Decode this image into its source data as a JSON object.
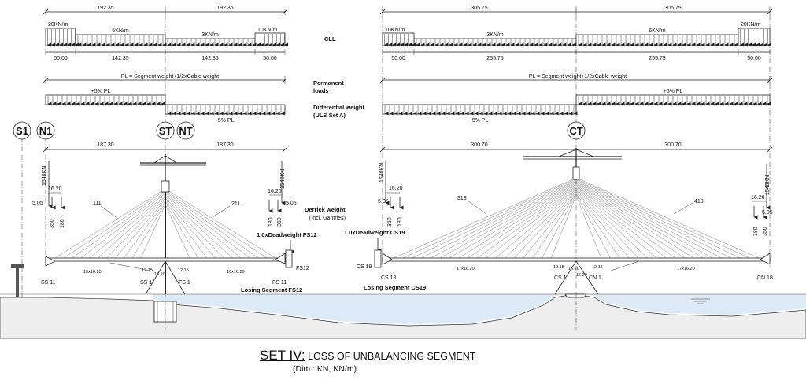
{
  "title": {
    "set": "SET IV:",
    "main": "LOSS OF UNBALANCING SEGMENT",
    "units": "(Dim.: KN, KN/m)"
  },
  "row_labels": {
    "cll": "CLL",
    "permanent_1": "Permanent",
    "permanent_2": "loads",
    "differential_1": "Differential weight",
    "differential_2": "(ULS Set A)",
    "derrick_1": "Derrick weight",
    "derrick_2": "(Incl. Gantries)"
  },
  "left": {
    "cll_top_dims": [
      "192.35",
      "192.35"
    ],
    "cll_loads": [
      "20KN/m",
      "6KN/m",
      "3KN/m",
      "10KN/m"
    ],
    "cll_bottom_dims": [
      "50.00",
      "142.35",
      "142.35",
      "50.00"
    ],
    "pl_formula": "PL = Segment weight+1/2xCable weight",
    "diff_plus": "+5% PL",
    "diff_minus": "-5% PL",
    "axis_tags": [
      "S1",
      "N1",
      "ST",
      "NT"
    ],
    "span_dims": [
      "187.30",
      "187.30"
    ],
    "cable_labels": [
      "111",
      "211"
    ],
    "force_left": {
      "big": "1540KN",
      "offset": "16.20",
      "gap": "5.05",
      "v1": "350",
      "v2": "180"
    },
    "force_right": {
      "big": "1540KN",
      "offset": "16.20",
      "gap": "5.05",
      "v1": "180",
      "v2": "350"
    },
    "deadweight": "1.0xDeadweight FS12",
    "box_label": "FS12",
    "closing": "Losing Segment FS12",
    "deck_labels": [
      "10x16.20",
      "12.15",
      "16.20",
      "12.15",
      "10x16.20"
    ],
    "segments": [
      "SS 11",
      "SS 1",
      "FS 1",
      "FS 11"
    ]
  },
  "right": {
    "cll_top_dims": [
      "305.75",
      "305.75"
    ],
    "cll_loads": [
      "10KN/m",
      "3KN/m",
      "6KN/m",
      "20KN/m"
    ],
    "cll_bottom_dims": [
      "50.00",
      "255.75",
      "255.75",
      "50.00"
    ],
    "pl_formula": "PL = Segment weight+1/2xCable weight",
    "diff_minus": "-5% PL",
    "diff_plus": "+5% PL",
    "axis_tag": "CT",
    "span_dims": [
      "300.70",
      "300.70"
    ],
    "cable_labels": [
      "318",
      "418"
    ],
    "force_left": {
      "big": "1540KN",
      "offset": "16.20",
      "gap": "5.05",
      "v1": "350",
      "v2": "180"
    },
    "force_right": {
      "big": "1540KN",
      "offset": "16.20",
      "gap": "5.05",
      "v1": "180",
      "v2": "350"
    },
    "deadweight": "1.0xDeadweight CS19",
    "box_label": "CS 19",
    "closing": "Losing Segment CS19",
    "deck_labels": [
      "17x16.20",
      "12.15",
      "16.20",
      "12.15",
      "17x16.20",
      "16.20"
    ],
    "segments": [
      "CS 18",
      "CS 1",
      "CN 1",
      "CN 18"
    ]
  },
  "colors": {
    "water": "#dce9f6",
    "ground": "#efefef",
    "line": "#222222"
  }
}
